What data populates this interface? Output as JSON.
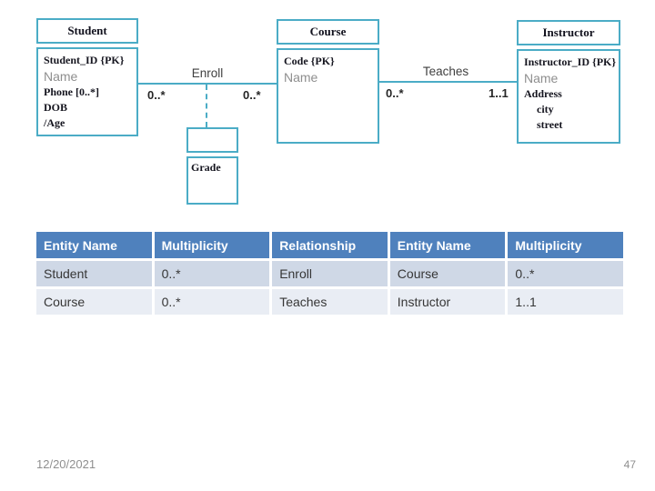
{
  "diagram": {
    "colors": {
      "box_border": "#4BACC6",
      "connector": "#4BACC6",
      "title_text": "#10101c",
      "attr_gray_text": "#8e8e8e",
      "label_text": "#3f3f3f"
    },
    "entities": [
      {
        "title": "Student",
        "attributes": [
          {
            "text": "Student_ID {PK}"
          },
          {
            "text": "Name"
          },
          {
            "text": "Phone [0..*]"
          },
          {
            "text": "DOB"
          },
          {
            "text": "/Age"
          }
        ]
      },
      {
        "title": "Course",
        "attributes": [
          {
            "text": "Code {PK}"
          },
          {
            "text": "Name"
          }
        ]
      },
      {
        "title": "Instructor",
        "attributes": [
          {
            "text": "Instructor_ID {PK}"
          },
          {
            "text": "Name"
          },
          {
            "text": "Address"
          },
          {
            "text": "city"
          },
          {
            "text": "street"
          }
        ]
      }
    ],
    "association_class": {
      "title": "",
      "attribute": "Grade"
    },
    "relationships": [
      {
        "label": "Enroll",
        "left_multiplicity": "0..*",
        "right_multiplicity": "0..*"
      },
      {
        "label": "Teaches",
        "left_multiplicity": "0..*",
        "right_multiplicity": "1..1"
      }
    ]
  },
  "table": {
    "colors": {
      "header_bg": "#4F81BD",
      "header_text": "#ffffff",
      "row_odd_bg": "#CFD8E6",
      "row_even_bg": "#E9EDF4",
      "cell_text": "#363636"
    },
    "headers": [
      "Entity Name",
      "Multiplicity",
      "Relationship",
      "Entity Name",
      "Multiplicity"
    ],
    "rows": [
      [
        "Student",
        "0..*",
        "Enroll",
        "Course",
        "0..*"
      ],
      [
        "Course",
        "0..*",
        "Teaches",
        "Instructor",
        "1..1"
      ]
    ]
  },
  "footer": {
    "date": "12/20/2021",
    "page_number": "47"
  }
}
